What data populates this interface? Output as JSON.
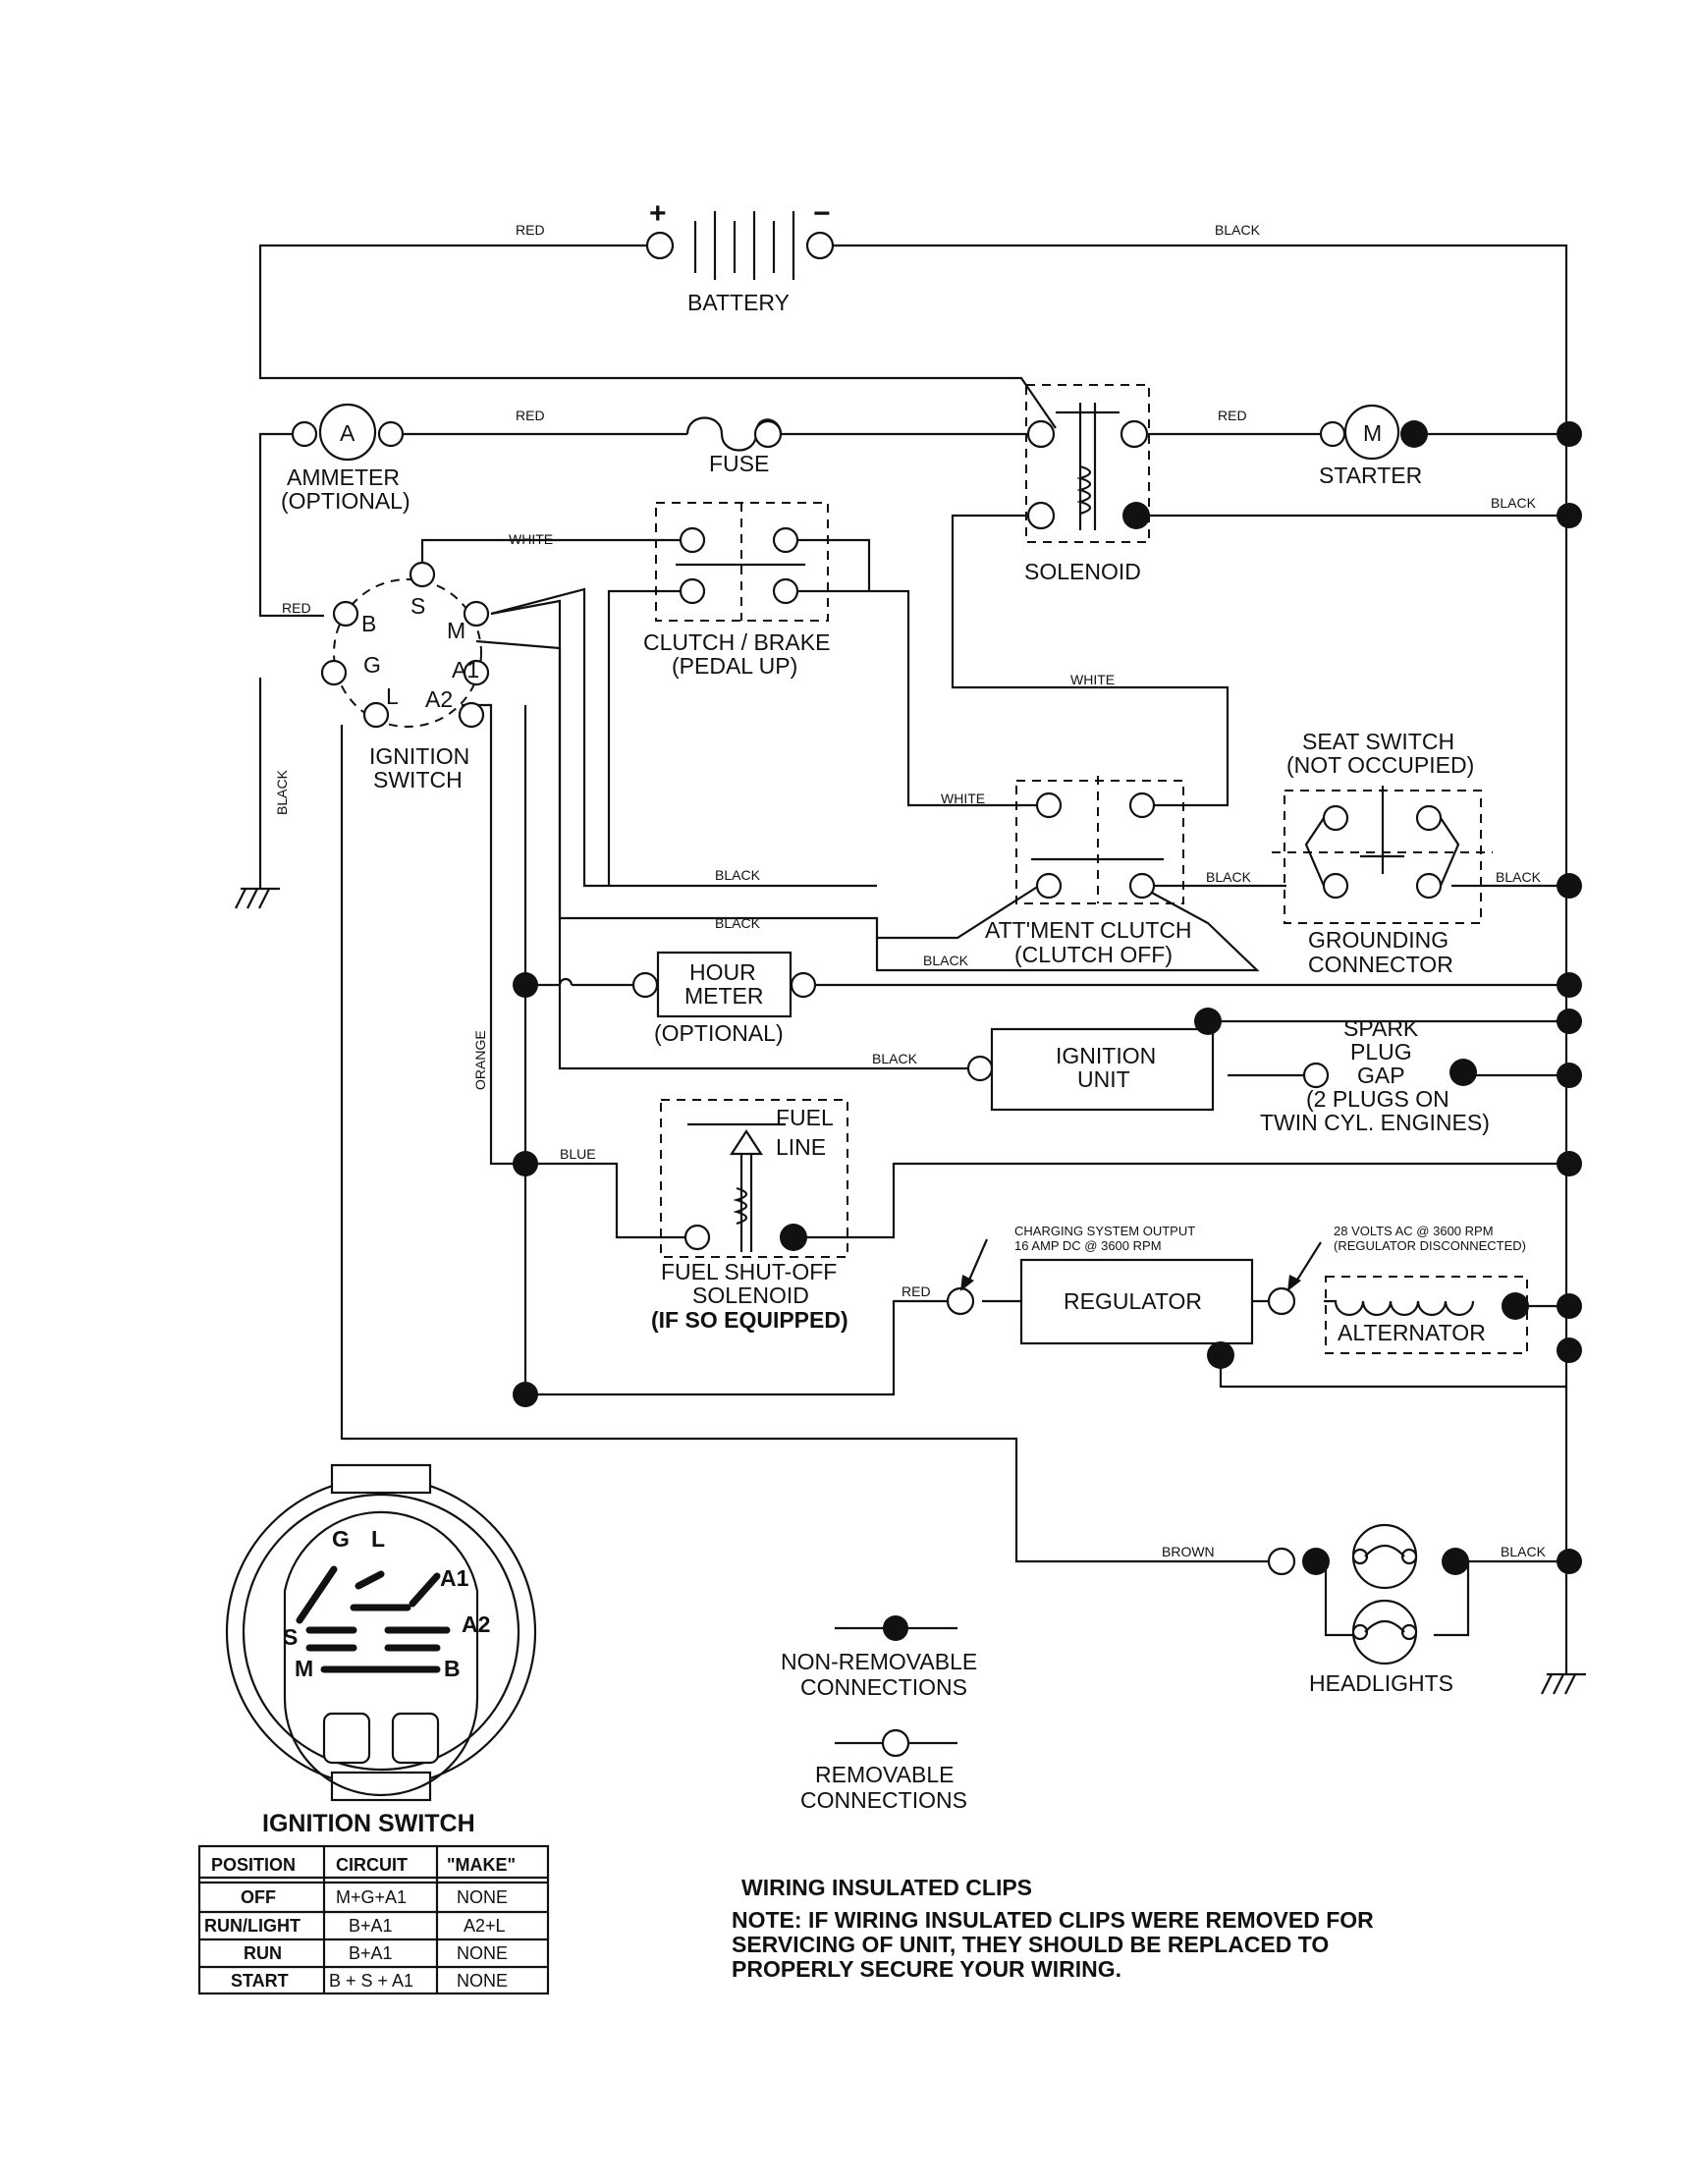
{
  "components": {
    "battery": "BATTERY",
    "battery_plus": "+",
    "battery_minus": "−",
    "ammeter": "AMMETER",
    "ammeter_note": "(OPTIONAL)",
    "ammeter_symbol": "A",
    "fuse": "FUSE",
    "solenoid": "SOLENOID",
    "starter": "STARTER",
    "starter_symbol": "M",
    "ignition_switch_l1": "IGNITION",
    "ignition_switch_l2": "SWITCH",
    "clutch_brake_l1": "CLUTCH / BRAKE",
    "clutch_brake_l2": "(PEDAL UP)",
    "seat_switch_l1": "SEAT SWITCH",
    "seat_switch_l2": "(NOT OCCUPIED)",
    "grounding_l1": "GROUNDING",
    "grounding_l2": "CONNECTOR",
    "attment_l1": "ATT'MENT CLUTCH",
    "attment_l2": "(CLUTCH OFF)",
    "hour_meter_l1": "HOUR",
    "hour_meter_l2": "METER",
    "hour_meter_note": "(OPTIONAL)",
    "ignition_unit_l1": "IGNITION",
    "ignition_unit_l2": "UNIT",
    "spark_l1": "SPARK",
    "spark_l2": "PLUG",
    "spark_l3": "GAP",
    "spark_l4": "(2 PLUGS ON",
    "spark_l5": "TWIN CYL. ENGINES)",
    "fuel_l1": "FUEL",
    "fuel_l2": "LINE",
    "fuel_sol_l1": "FUEL SHUT-OFF",
    "fuel_sol_l2": "SOLENOID",
    "fuel_sol_l3": "(IF SO EQUIPPED)",
    "regulator": "REGULATOR",
    "alternator": "ALTERNATOR",
    "charging_l1": "CHARGING SYSTEM OUTPUT",
    "charging_l2": "16 AMP DC @ 3600 RPM",
    "volts_l1": "28 VOLTS AC @ 3600 RPM",
    "volts_l2": "(REGULATOR DISCONNECTED)",
    "headlights": "HEADLIGHTS"
  },
  "terminals": {
    "b": "B",
    "s": "S",
    "m": "M",
    "g": "G",
    "a1": "A1",
    "l": "L",
    "a2": "A2"
  },
  "wires": {
    "red": "RED",
    "black": "BLACK",
    "white": "WHITE",
    "orange": "ORANGE",
    "blue": "BLUE",
    "brown": "BROWN"
  },
  "switch_face": {
    "title": "IGNITION SWITCH",
    "g": "G",
    "l": "L",
    "a1": "A1",
    "a2": "A2",
    "s": "S",
    "m": "M",
    "b": "B"
  },
  "switch_table": {
    "headers": [
      "POSITION",
      "CIRCUIT",
      "\"MAKE\""
    ],
    "rows": [
      [
        "OFF",
        "M+G+A1",
        "NONE"
      ],
      [
        "RUN/LIGHT",
        "B+A1",
        "A2+L"
      ],
      [
        "RUN",
        "B+A1",
        "NONE"
      ],
      [
        "START",
        "B + S + A1",
        "NONE"
      ]
    ]
  },
  "legend": {
    "nonremovable_l1": "NON-REMOVABLE",
    "nonremovable_l2": "CONNECTIONS",
    "removable_l1": "REMOVABLE",
    "removable_l2": "CONNECTIONS"
  },
  "note": {
    "title": "WIRING INSULATED CLIPS",
    "l1": "NOTE: IF WIRING INSULATED CLIPS WERE REMOVED FOR",
    "l2": "SERVICING OF UNIT, THEY SHOULD BE REPLACED TO",
    "l3": "PROPERLY SECURE YOUR WIRING."
  }
}
